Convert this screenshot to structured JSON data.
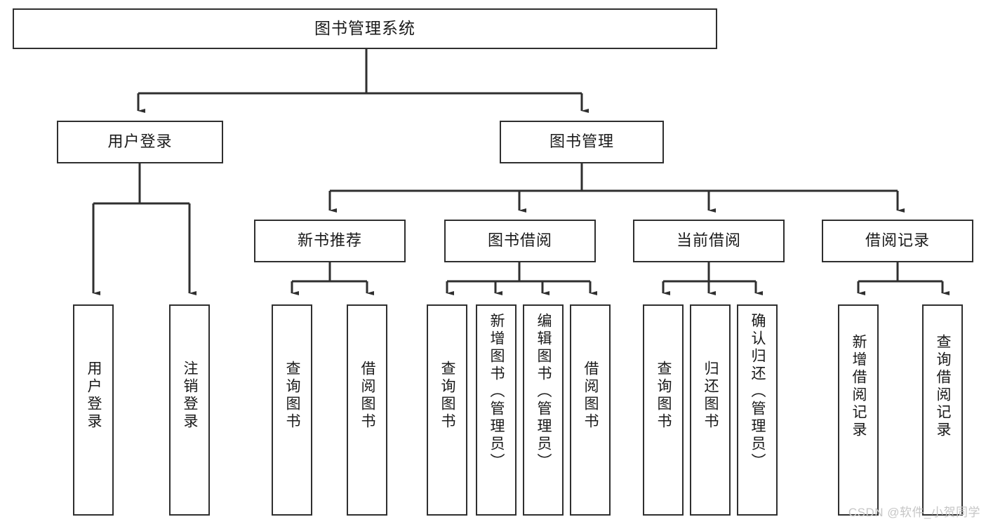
{
  "diagram": {
    "type": "tree",
    "title": "图书管理系统",
    "orientation": "top-down",
    "colors": {
      "box_border": "#2f2f2f",
      "box_fill": "#ffffff",
      "edge": "#2f2f2f",
      "text": "#1a1a1a",
      "watermark": "#c6c6c6"
    },
    "root": {
      "label": "图书管理系统"
    },
    "level2": [
      {
        "label": "用户登录"
      },
      {
        "label": "图书管理"
      }
    ],
    "level3": [
      {
        "label": "新书推荐"
      },
      {
        "label": "图书借阅"
      },
      {
        "label": "当前借阅"
      },
      {
        "label": "借阅记录"
      }
    ],
    "leaves": {
      "user_login": [
        {
          "label": "用户登录"
        },
        {
          "label": "注销登录"
        }
      ],
      "new_book_recommend": [
        {
          "label": "查询图书"
        },
        {
          "label": "借阅图书"
        }
      ],
      "book_borrow": [
        {
          "label": "查询图书"
        },
        {
          "label": "新增图书（管理员）"
        },
        {
          "label": "编辑图书（管理员）"
        },
        {
          "label": "借阅图书"
        }
      ],
      "current_borrow": [
        {
          "label": "查询图书"
        },
        {
          "label": "归还图书"
        },
        {
          "label": "确认归还（管理员）"
        }
      ],
      "borrow_record": [
        {
          "label": "新增借阅记录"
        },
        {
          "label": "查询借阅记录"
        }
      ]
    }
  },
  "watermark": {
    "text": "CSDN @软件_小贺同学"
  }
}
